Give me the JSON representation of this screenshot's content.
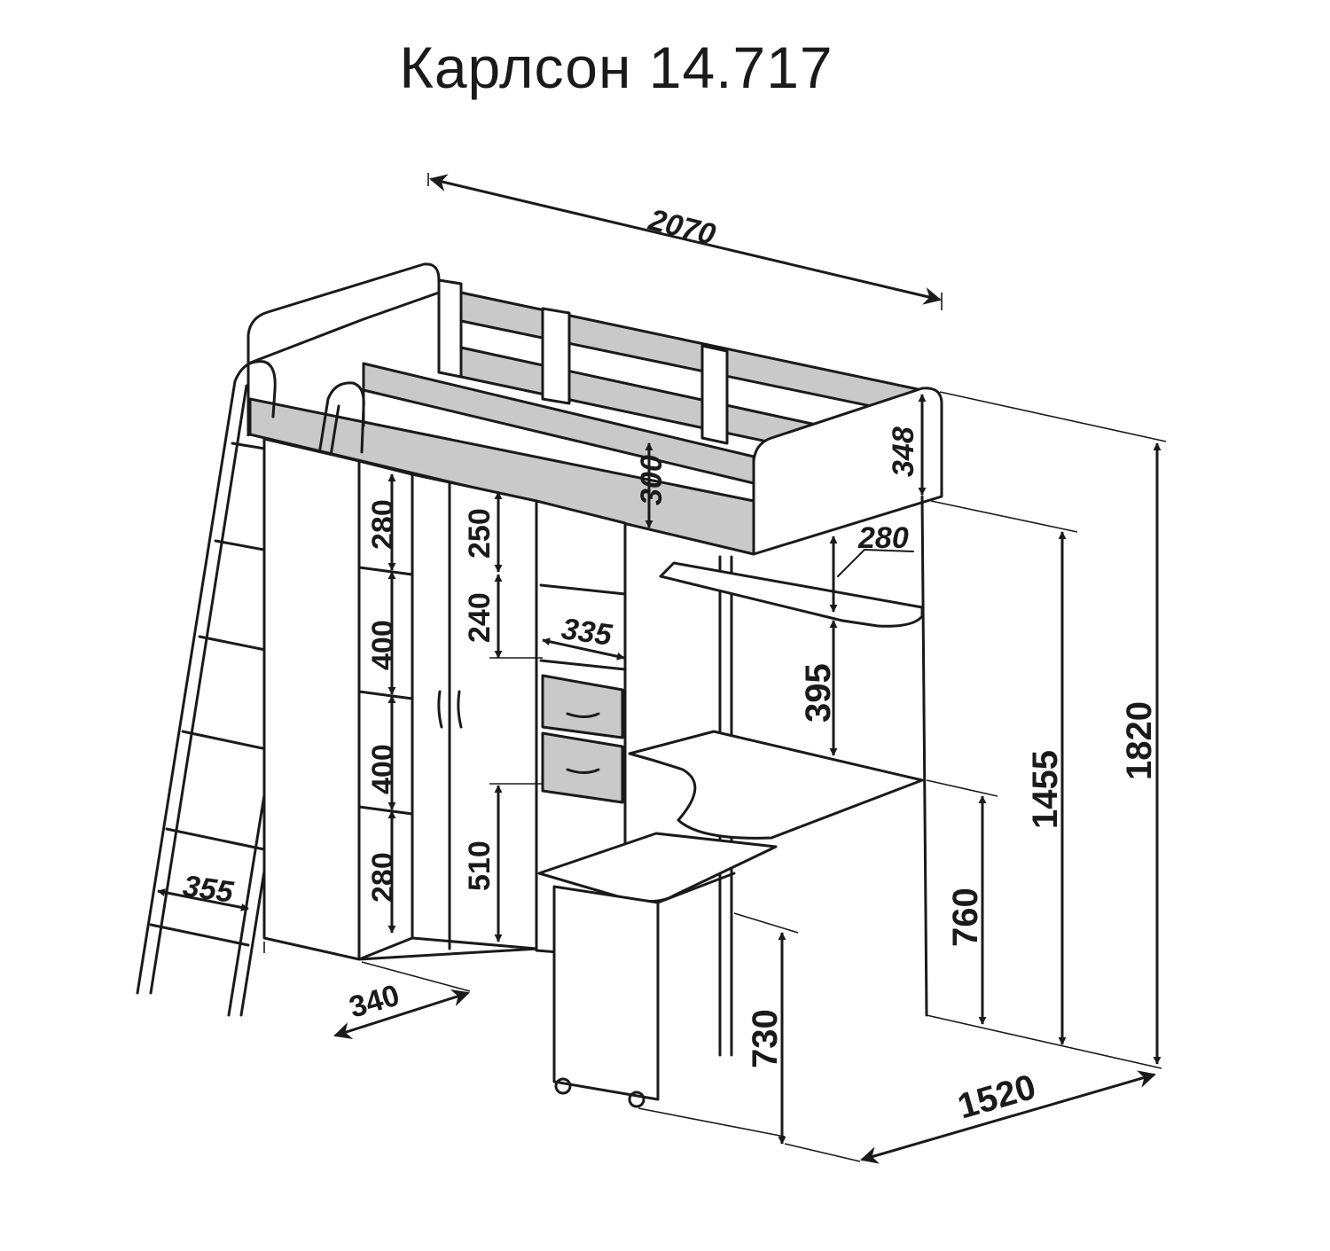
{
  "title": "Карлсон 14.717",
  "dimensions": {
    "length": "2070",
    "rail_height": "348",
    "rail_gap": "300",
    "shelf_280_top": "280",
    "shelf_400_a": "400",
    "shelf_400_b": "400",
    "shelf_280_bottom": "280",
    "wardrobe_250": "250",
    "wardrobe_240": "240",
    "wardrobe_510": "510",
    "shelf_depth_335": "335",
    "desk_shelf_280": "280",
    "desk_gap_395": "395",
    "under_height": "1455",
    "total_height": "1820",
    "desk_height": "760",
    "pullout_height": "730",
    "depth": "1520",
    "cabinet_depth": "340",
    "ladder_width": "355"
  }
}
